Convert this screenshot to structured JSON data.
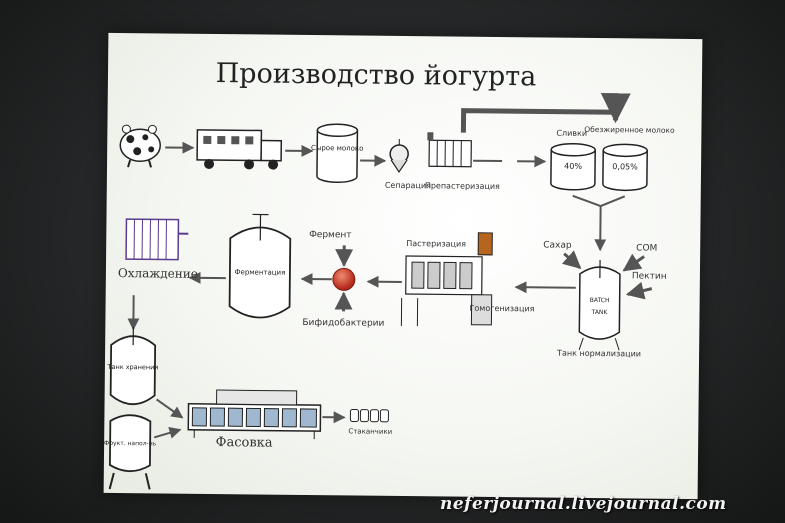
{
  "slide": {
    "title": "Производство йогурта",
    "labels": {
      "raw_milk": "Сырое молоко",
      "separation": "Сепарация",
      "prepasteurization": "Препастеризация",
      "cream": "Сливки",
      "cream_pct": "40%",
      "skim": "Обезжиренное молоко",
      "skim_pct": "0,05%",
      "sugar": "Сахар",
      "som": "СОМ",
      "pectin": "Пектин",
      "batch_tank_1": "BATCH",
      "batch_tank_2": "TANK",
      "norm_tank": "Танк нормализации",
      "enzyme": "Фермент",
      "bifido": "Бифидобактерии",
      "pasteurization": "Пастеризация",
      "homogenization": "Гомогенизация",
      "fermentation": "Ферментация",
      "cooling": "Охлаждение",
      "storage_tank": "Танк хранения",
      "fruit_filler": "Фрукт. напол-нь",
      "packing": "Фасовка",
      "cups": "Стаканчики"
    }
  },
  "watermark": "neferjournal.livejournal.com",
  "colors": {
    "arrow": "#555555",
    "node": "#c0392b",
    "title": "#222222"
  }
}
